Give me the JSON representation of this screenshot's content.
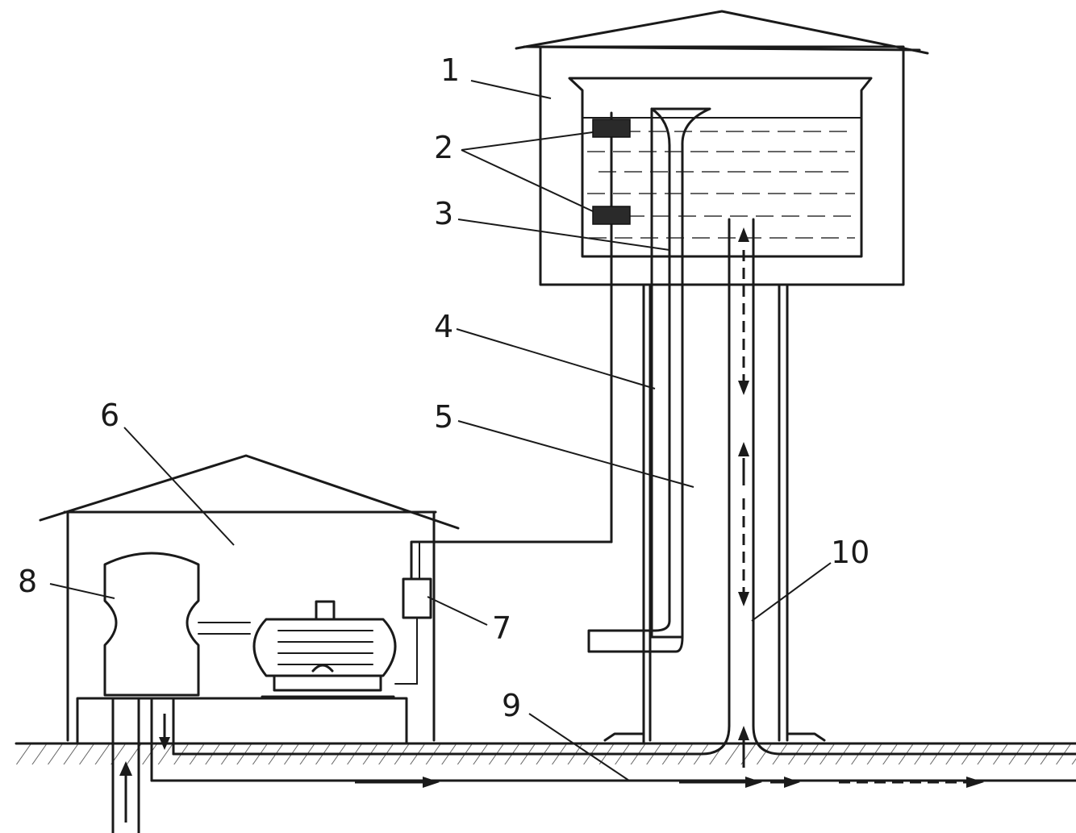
{
  "labels": {
    "n1": "1",
    "n2": "2",
    "n3": "3",
    "n4": "4",
    "n5": "5",
    "n6": "6",
    "n7": "7",
    "n8": "8",
    "n9": "9",
    "n10": "10"
  },
  "icons": {
    "pump": "pump-icon",
    "motor": "electric-motor-icon",
    "sensor": "level-sensor-icon"
  },
  "colors": {
    "ink": "#1a1a1a",
    "background": "#ffffff"
  }
}
